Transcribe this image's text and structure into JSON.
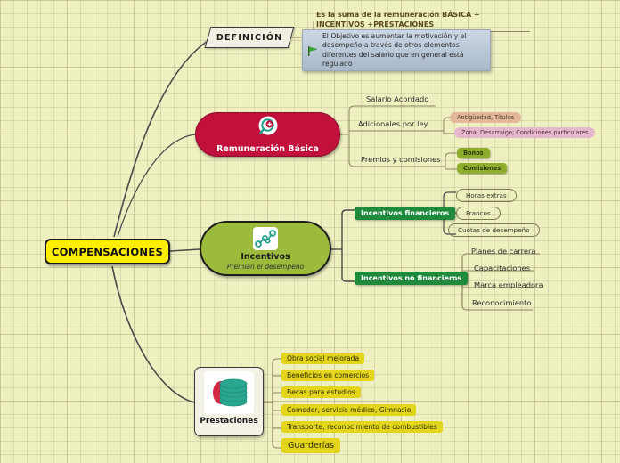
{
  "central": {
    "label": "COMPENSACIONES"
  },
  "definicion": {
    "label": "DEFINICIÓN",
    "heading": "Es la suma de la remuneración BÁSICA + INCENTIVOS +PRESTACIONES",
    "callout": {
      "icon": "green-flag-icon",
      "text": "El Objetivo es aumentar la motivación y el desempeño a través de otros elementos diferentes del salario que en general está regulado"
    }
  },
  "branches": [
    {
      "id": "remuneracion-basica",
      "title": "Remuneración Básica",
      "subtitle": "",
      "icon": "magnifier-plus-icon",
      "color": "#c2103c",
      "children": [
        {
          "label": "Salario Acordado",
          "style": "plain",
          "children": []
        },
        {
          "label": "Adicionales por ley",
          "style": "plain",
          "children": [
            {
              "label": "Antigüedad, Títulos",
              "style": "tan"
            },
            {
              "label": "Zona, Desarraigo; Condiciones particulares",
              "style": "pink"
            }
          ]
        },
        {
          "label": "Premios y comisiones",
          "style": "plain",
          "children": [
            {
              "label": "Bonos",
              "style": "olive"
            },
            {
              "label": "Comisiones",
              "style": "olive"
            }
          ]
        }
      ]
    },
    {
      "id": "incentivos",
      "title": "Incentivos",
      "subtitle": "Premian el desempeño",
      "icon": "network-nodes-icon",
      "color": "#9cba3c",
      "children": [
        {
          "label": "Incentivos financieros",
          "style": "green",
          "children": [
            {
              "label": "Horas extras",
              "style": "capsule"
            },
            {
              "label": "Francos",
              "style": "capsule"
            },
            {
              "label": "Cuotas de desempeño",
              "style": "capsule"
            }
          ]
        },
        {
          "label": "Incentivos no financieros",
          "style": "green",
          "children": [
            {
              "label": "Planes de carrera",
              "style": "plain"
            },
            {
              "label": "Capacitaciones",
              "style": "plain"
            },
            {
              "label": "Marca empleadora",
              "style": "plain"
            },
            {
              "label": "Reconocimiento",
              "style": "plain"
            }
          ]
        }
      ]
    },
    {
      "id": "prestaciones",
      "title": "Prestaciones",
      "subtitle": "",
      "icon": "coin-stack-icon",
      "color": "#f3f1e4",
      "children": [
        {
          "label": "Obra social mejorada",
          "style": "yellow"
        },
        {
          "label": "Beneficios en comercios",
          "style": "yellow"
        },
        {
          "label": "Becas para estudios",
          "style": "yellow"
        },
        {
          "label": "Comedor, servicio médico, Gimnasio",
          "style": "yellow"
        },
        {
          "label": "Transporte, reconocimiento de combustibles",
          "style": "yellow"
        },
        {
          "label": "Guarderías",
          "style": "yellow-big"
        }
      ]
    }
  ],
  "colors": {
    "background": "#eef0c0",
    "central_fill": "#ffee00",
    "crimson": "#c2103c",
    "olive": "#9cba3c",
    "dark_green": "#1f8a3b",
    "yellow_badge": "#e3d41c",
    "connector": "#4a4a4a"
  }
}
